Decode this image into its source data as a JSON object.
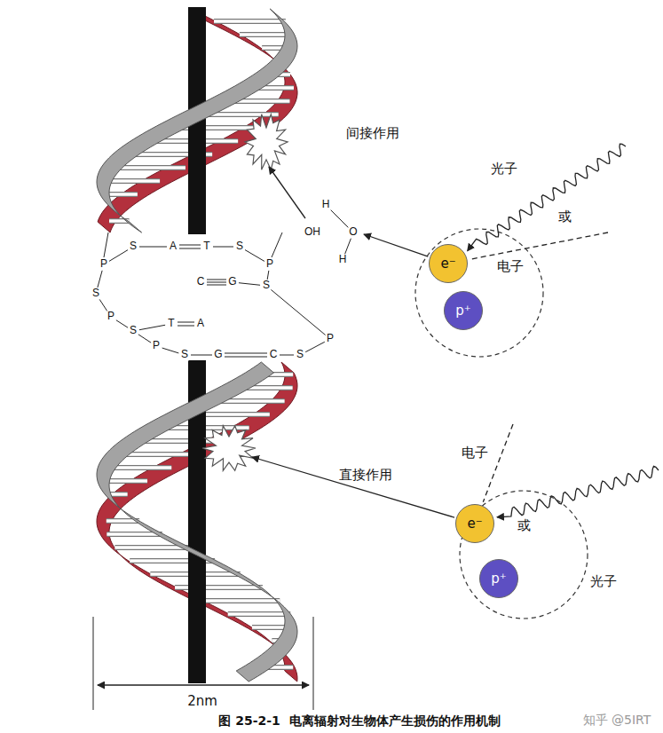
{
  "diagram": {
    "caption": "图 25-2-1  电离辐射对生物体产生损伤的作用机制",
    "nodes": [
      {
        "text": [
          "e⁻"
        ]
      },
      {
        "text": [
          "p⁺"
        ]
      },
      {
        "text": [
          "e⁻"
        ]
      },
      {
        "text": [
          "p⁺"
        ]
      }
    ],
    "labels": [
      "间接作用",
      "光子",
      "或",
      "电子",
      "H",
      "OH",
      "O",
      "H",
      "P",
      "S",
      "A",
      "T",
      "S",
      "P",
      "C",
      "G",
      "S",
      "S",
      "P",
      "S",
      "T",
      "A",
      "P",
      "S",
      "G",
      "C",
      "S",
      "P",
      "直接作用",
      "电子",
      "或",
      "光子",
      "2nm",
      "知乎 @5IRT"
    ]
  }
}
